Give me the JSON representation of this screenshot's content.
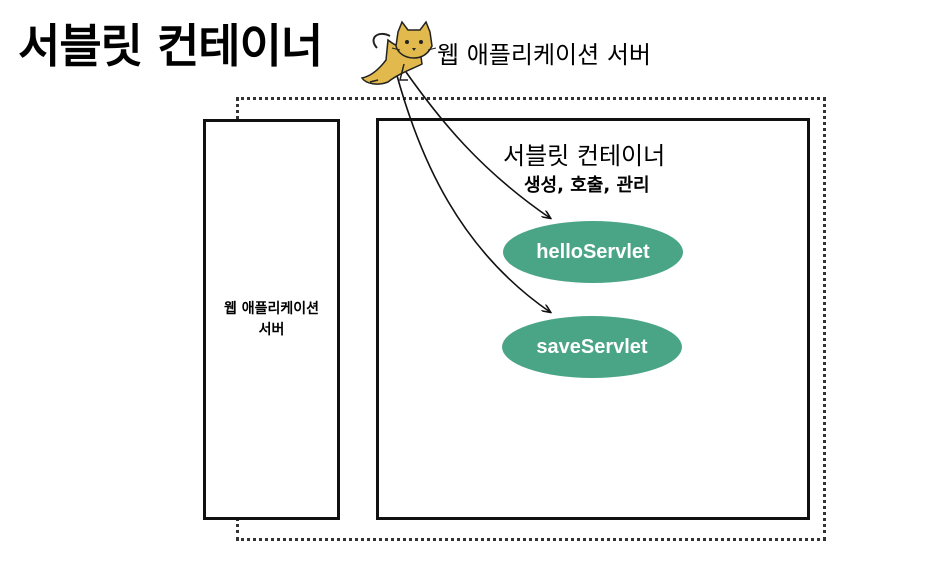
{
  "page_title": "서블릿 컨테이너",
  "tomcat": {
    "label": "웹 애플리케이션 서버",
    "icon": "tomcat-cat-icon"
  },
  "was_box": {
    "line1": "웹 애플리케이션",
    "line2": "서버"
  },
  "container": {
    "title": "서블릿 컨테이너",
    "subtitle": "생성, 호출, 관리"
  },
  "servlets": [
    {
      "label": "helloServlet"
    },
    {
      "label": "saveServlet"
    }
  ],
  "colors": {
    "servlet_fill": "#4aa586",
    "tomcat_body": "#e2b94c"
  }
}
